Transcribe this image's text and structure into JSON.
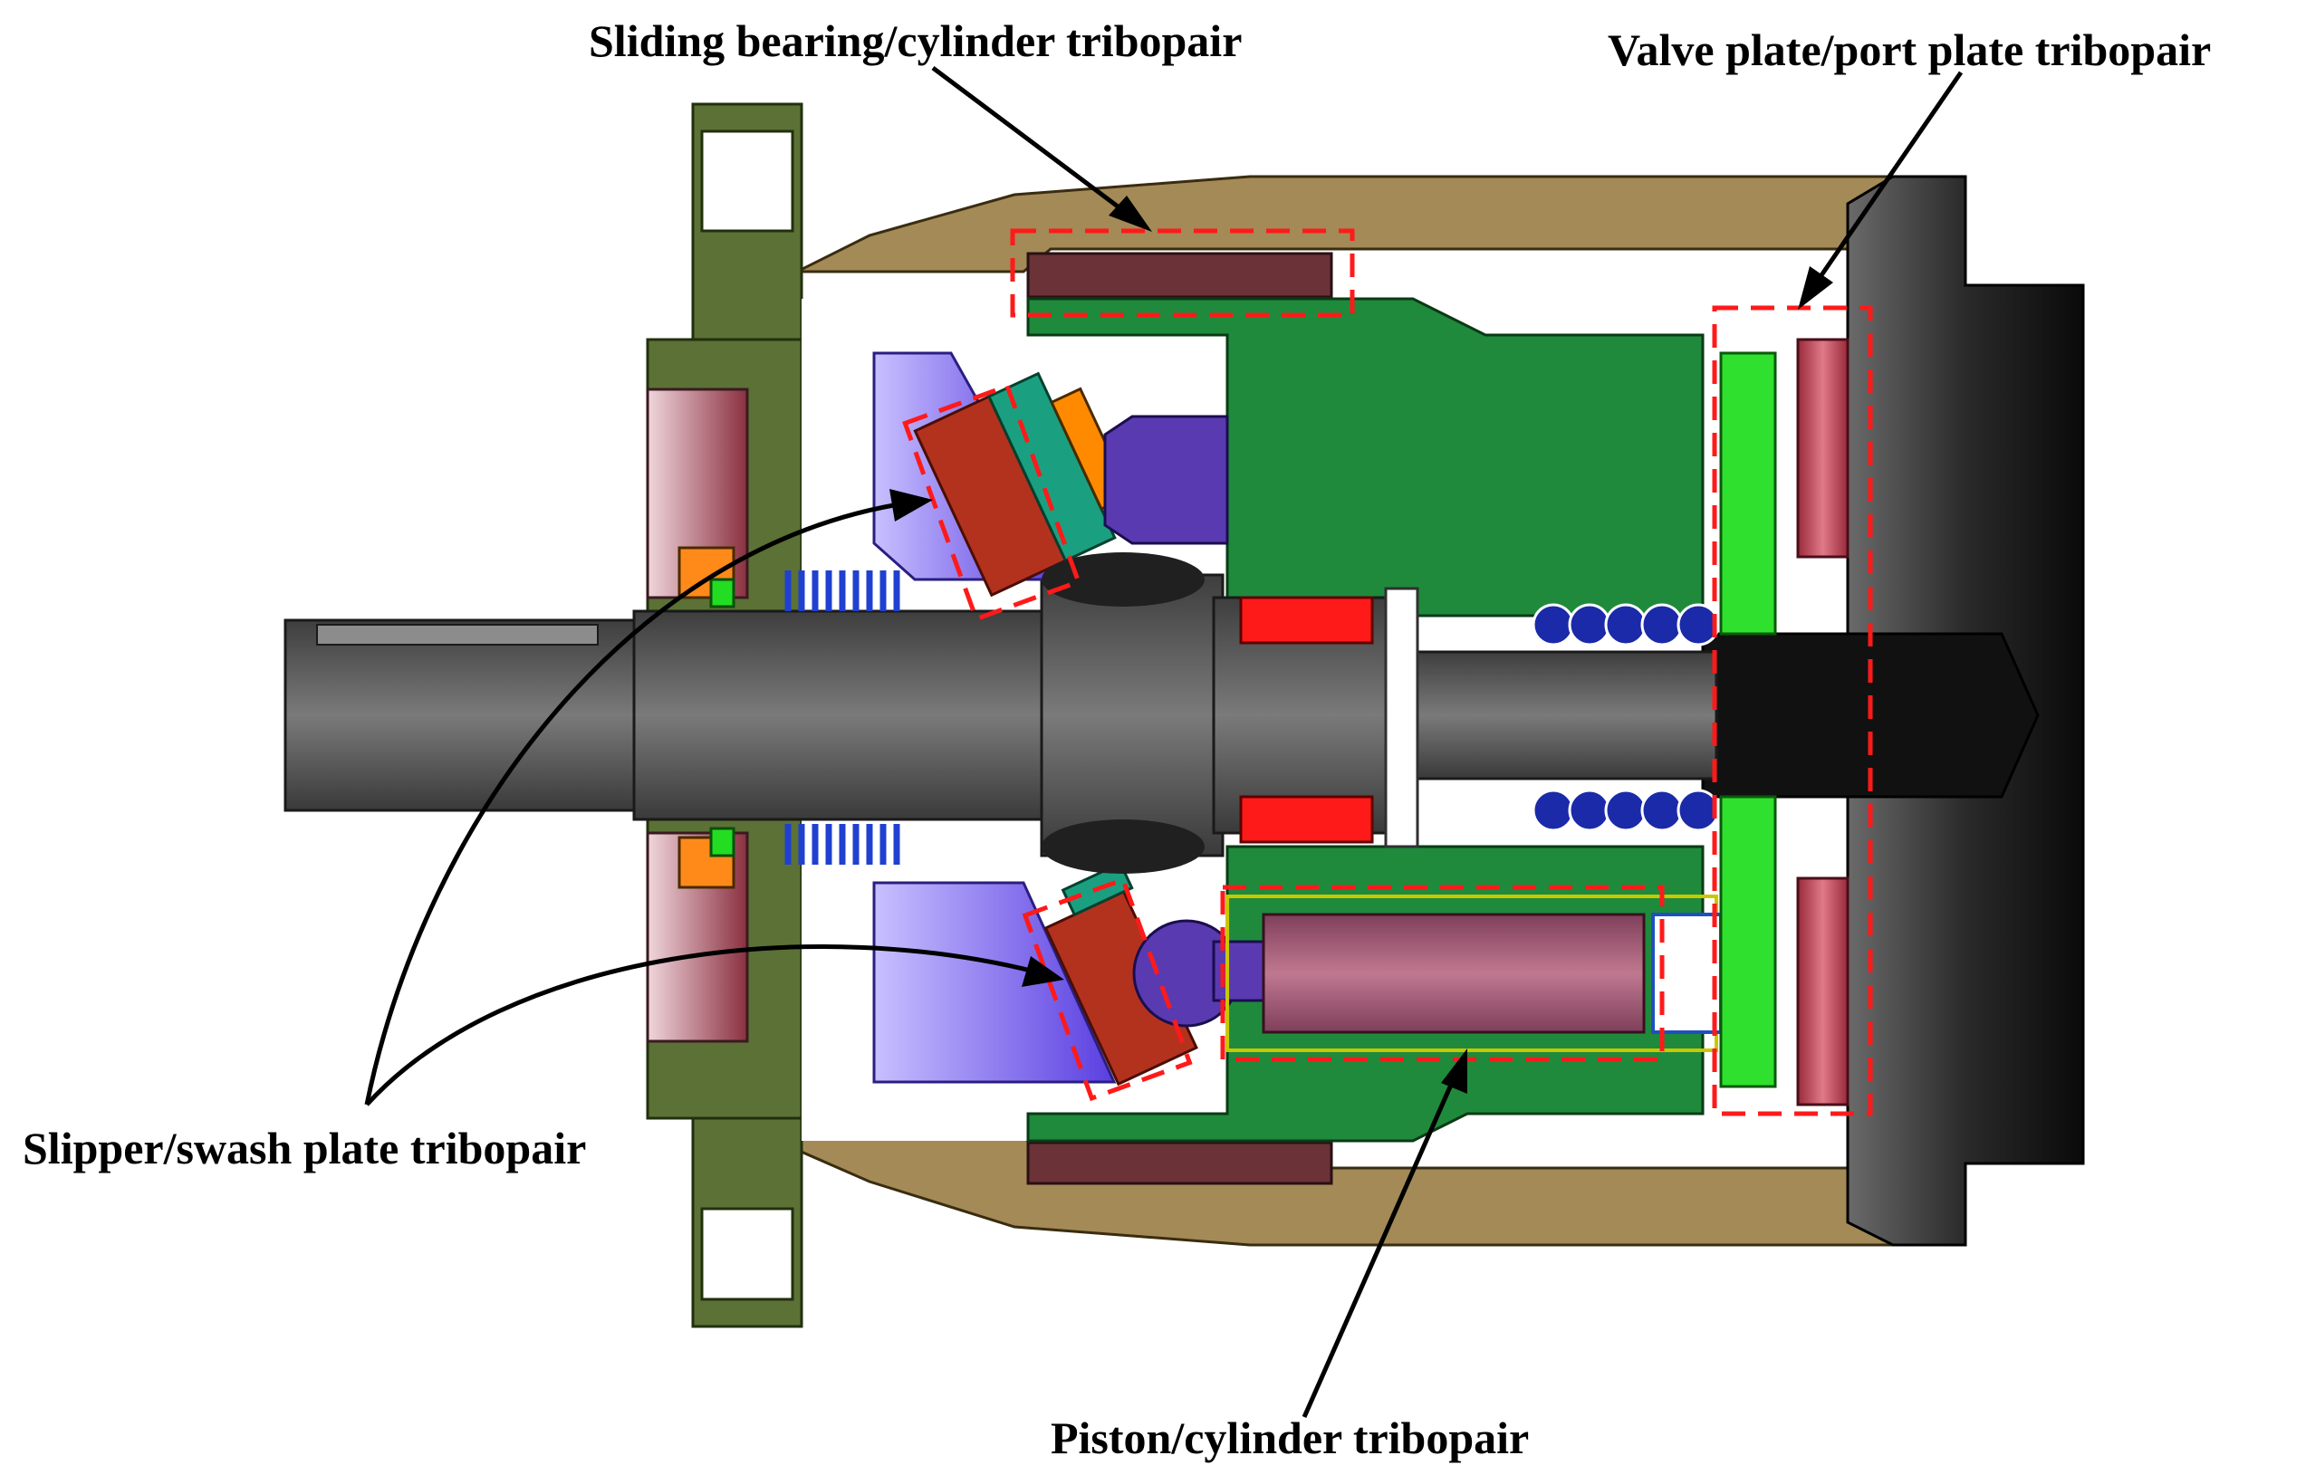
{
  "labels": {
    "sliding_bearing": "Sliding bearing/cylinder tribopair",
    "valve_plate": "Valve plate/port plate tribopair",
    "slipper_swash": "Slipper/swash plate tribopair",
    "piston_cylinder": "Piston/cylinder tribopair"
  },
  "colors": {
    "housing": "#a48a56",
    "flange": "#5b7136",
    "end_cover": "#1b1b1b",
    "shaft": "#5a5a5a",
    "cylinder_block": "#1f8a3c",
    "swash_plate": "#6d5de6",
    "slipper": "#b3321e",
    "piston": "#a35670",
    "valve_plate": "#2fe02f",
    "sliding_bearing": "#6b3238",
    "tribopair_box": "#ff1a1a",
    "spring": "#2040d0"
  }
}
